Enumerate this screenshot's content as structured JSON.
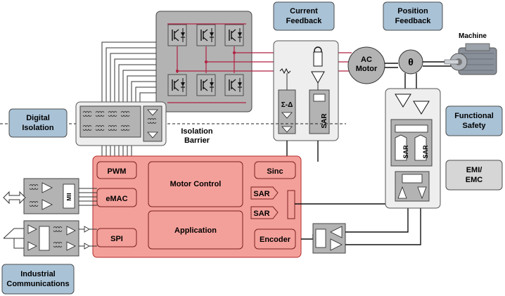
{
  "callouts": {
    "current_feedback": [
      "Current",
      "Feedback"
    ],
    "position_feedback": [
      "Position",
      "Feedback"
    ],
    "digital_isolation": [
      "Digital",
      "Isolation"
    ],
    "functional_safety": [
      "Functional",
      "Safety"
    ],
    "emi_emc": [
      "EMI/",
      "EMC"
    ],
    "industrial_comms": [
      "Industrial",
      "Communications"
    ]
  },
  "labels": {
    "machine": "Machine",
    "ac_motor": [
      "AC",
      "Motor"
    ],
    "theta": "θ",
    "isolation_barrier": [
      "Isolation",
      "Barrier"
    ],
    "sigma_delta": "Σ-Δ",
    "sar": "SAR",
    "mii": "MII"
  },
  "processor": {
    "pwm": "PWM",
    "emac": "eMAC",
    "spi": "SPI",
    "motor_control": "Motor Control",
    "application": "Application",
    "sinc": "Sinc",
    "sar1": "SAR",
    "sar2": "SAR",
    "encoder": "Encoder"
  },
  "colors": {
    "callout_blue": "#a9c2d6",
    "processor_red": "#f4a09a",
    "panel_gray": "#eeeeee",
    "chip_gray": "#b3b3b3"
  }
}
